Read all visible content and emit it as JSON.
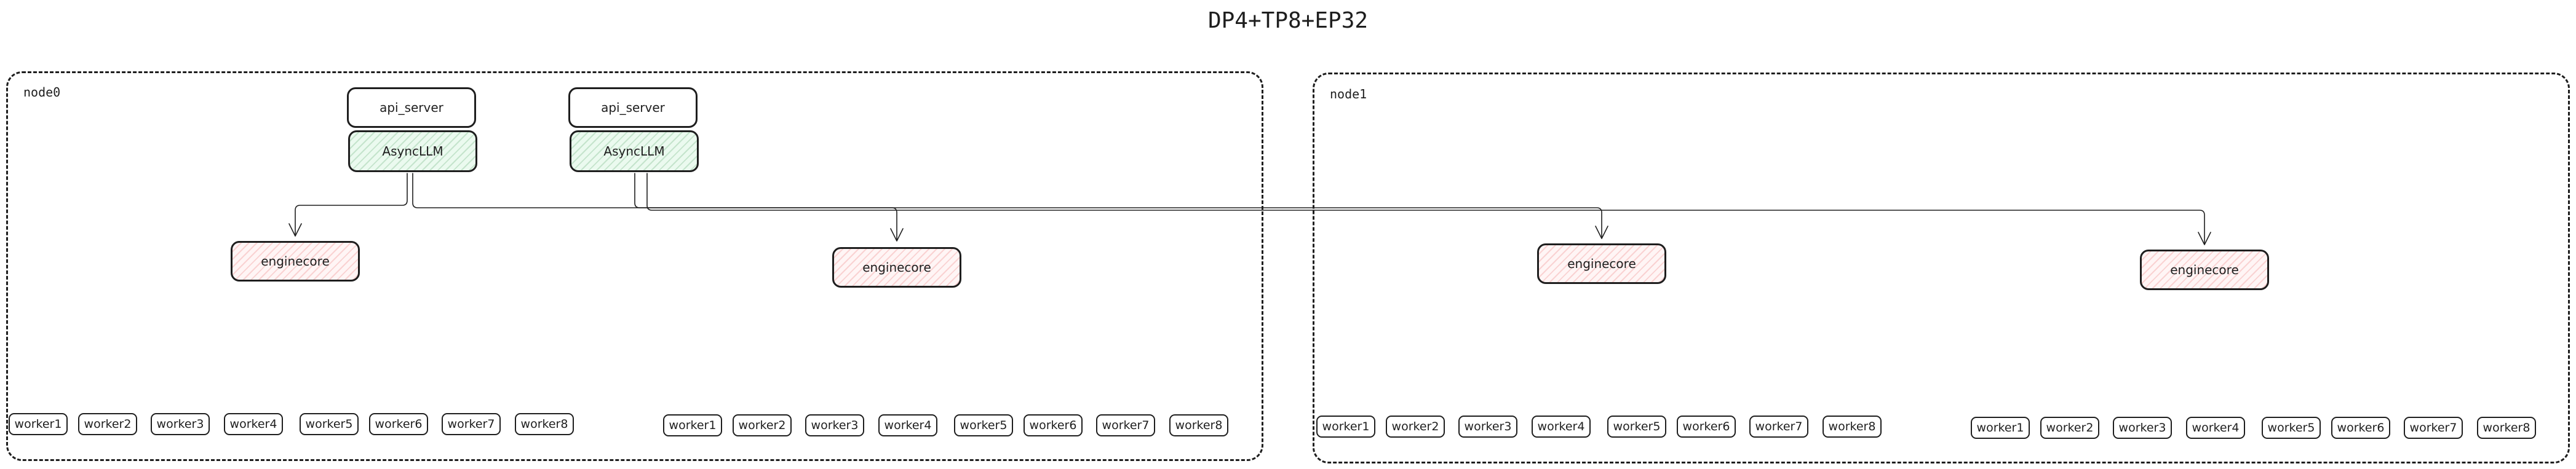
{
  "title": "DP4+TP8+EP32",
  "nodes": [
    {
      "label": "node0"
    },
    {
      "label": "node1"
    }
  ],
  "servers": [
    {
      "api_label": "api_server",
      "llm_label": "AsyncLLM"
    },
    {
      "api_label": "api_server",
      "llm_label": "AsyncLLM"
    }
  ],
  "enginecores": [
    {
      "label": "enginecore"
    },
    {
      "label": "enginecore"
    },
    {
      "label": "enginecore"
    },
    {
      "label": "enginecore"
    }
  ],
  "worker_groups": [
    {
      "workers": [
        "worker1",
        "worker2",
        "worker3",
        "worker4",
        "worker5",
        "worker6",
        "worker7",
        "worker8"
      ]
    },
    {
      "workers": [
        "worker1",
        "worker2",
        "worker3",
        "worker4",
        "worker5",
        "worker6",
        "worker7",
        "worker8"
      ]
    },
    {
      "workers": [
        "worker1",
        "worker2",
        "worker3",
        "worker4",
        "worker5",
        "worker6",
        "worker7",
        "worker8"
      ]
    },
    {
      "workers": [
        "worker1",
        "worker2",
        "worker3",
        "worker4",
        "worker5",
        "worker6",
        "worker7",
        "worker8"
      ]
    }
  ]
}
